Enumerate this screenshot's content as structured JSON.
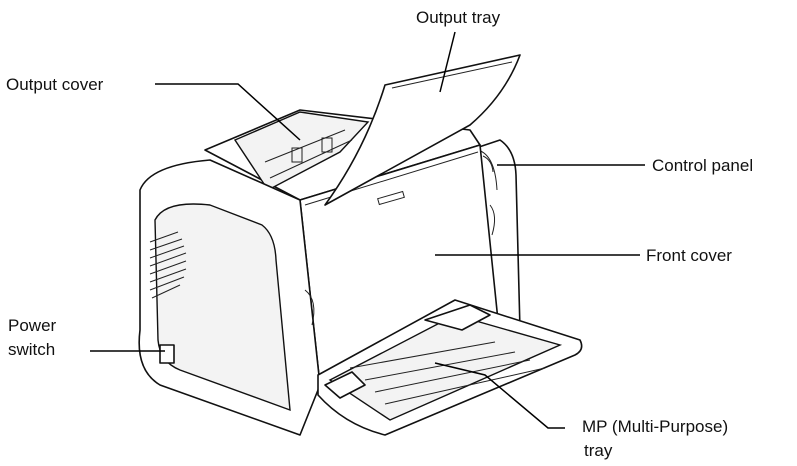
{
  "labels": {
    "output_tray": "Output tray",
    "output_cover": "Output cover",
    "control_panel": "Control panel",
    "front_cover": "Front cover",
    "power_switch_line1": "Power",
    "power_switch_line2": "switch",
    "mp_tray_line1": "MP (Multi-Purpose)",
    "mp_tray_line2": "tray"
  },
  "colors": {
    "line": "#111111",
    "background": "#ffffff"
  }
}
